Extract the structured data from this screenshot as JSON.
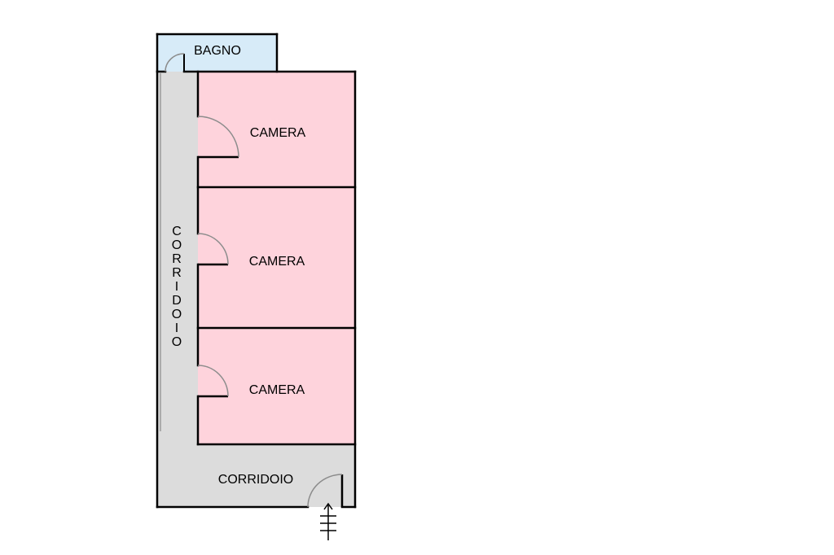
{
  "floorplan": {
    "colors": {
      "background": "#ffffff",
      "bathroom": "#d7ebf8",
      "bedroom": "#fed3dc",
      "corridor": "#dcdcdc",
      "wall": "#000000",
      "door_swing": "#8c8c8c"
    },
    "rooms": {
      "bathroom_label": "BAGNO",
      "bedroom_1_label": "CAMERA",
      "bedroom_2_label": "CAMERA",
      "bedroom_3_label": "CAMERA",
      "corridor_vertical_letters": [
        "C",
        "O",
        "R",
        "R",
        "I",
        "D",
        "O",
        "I",
        "O"
      ],
      "corridor_horizontal_label": "CORRIDOIO"
    },
    "icons": {
      "entrance": "entrance-arrow-icon"
    }
  }
}
